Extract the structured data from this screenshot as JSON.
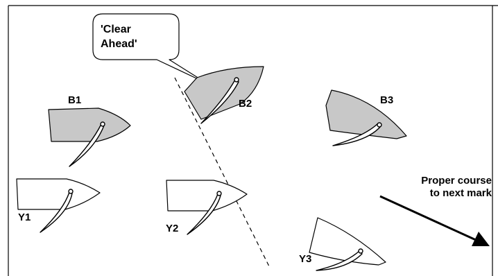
{
  "colors": {
    "blue_boat_fill": "#c8c8c8",
    "yellow_boat_fill": "#ffffff",
    "line": "#000000",
    "background": "#ffffff"
  },
  "callout": {
    "line1": "'Clear",
    "line2": "Ahead'"
  },
  "boats": {
    "b1": "B1",
    "b2": "B2",
    "b3": "B3",
    "y1": "Y1",
    "y2": "Y2",
    "y3": "Y3"
  },
  "arrow": {
    "line1": "Proper course",
    "line2": "to next mark"
  }
}
